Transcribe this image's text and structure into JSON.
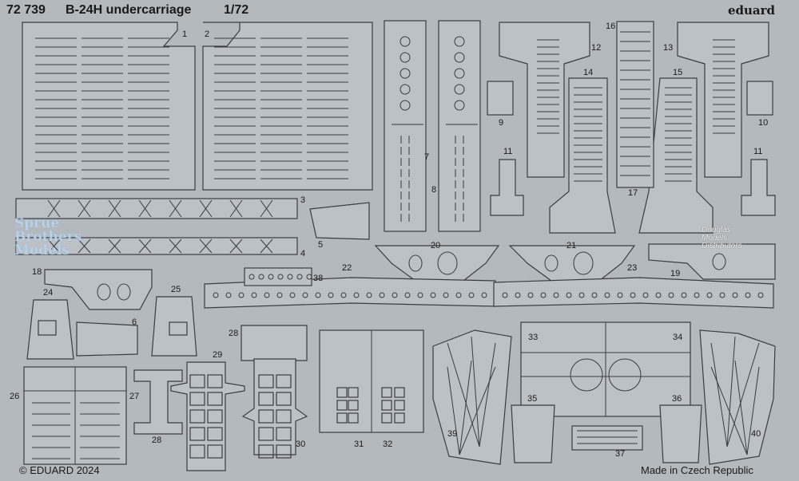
{
  "header": {
    "code": "72 739",
    "title": "B-24H undercarriage",
    "scale": "1/72",
    "logo": "eduard"
  },
  "footer": {
    "copyright": "© EDUARD 2024",
    "origin": "Made in Czech Republic"
  },
  "watermarks": {
    "left": [
      "Sprue",
      "Brothers",
      "Models"
    ],
    "right": [
      "Douglas",
      "Models",
      "Distributors"
    ]
  },
  "part_numbers": [
    "1",
    "2",
    "3",
    "4",
    "5",
    "6",
    "7",
    "8",
    "9",
    "10",
    "11",
    "11",
    "12",
    "13",
    "14",
    "15",
    "16",
    "17",
    "18",
    "19",
    "20",
    "21",
    "22",
    "23",
    "24",
    "25",
    "26",
    "27",
    "28",
    "28",
    "29",
    "30",
    "31",
    "32",
    "33",
    "34",
    "35",
    "36",
    "37",
    "38",
    "39",
    "40"
  ],
  "colors": {
    "fret": "#b4b9be",
    "part": "#bcc1c6",
    "line": "#3a3d40",
    "text": "#1a1a1a"
  }
}
